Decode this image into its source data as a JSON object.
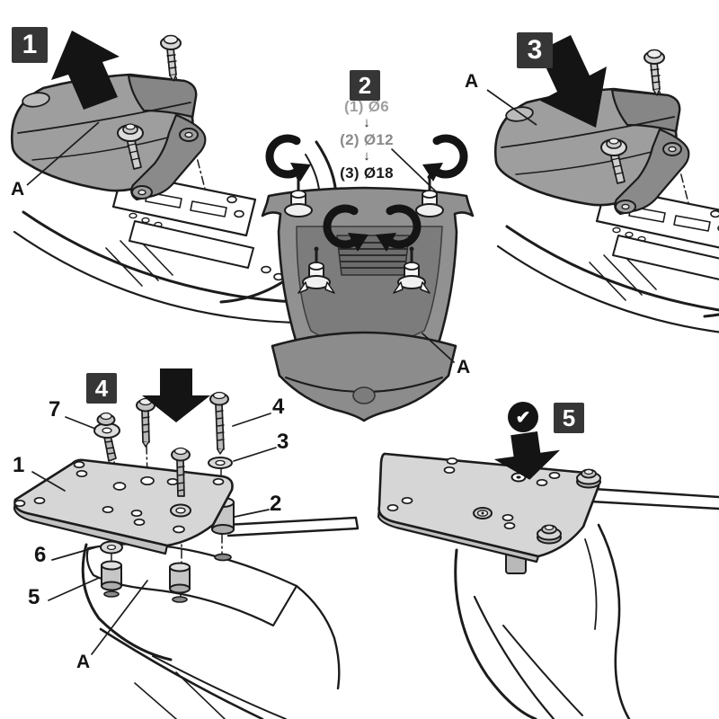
{
  "colors": {
    "ink": "#1c1c1c",
    "badge_bg": "#363636",
    "badge_fg": "#ffffff",
    "cowl_gray": "#9e9e9e",
    "cowl_gray_dark": "#868686",
    "cowl_underside_gray": "#919191",
    "plate_gray": "#d6d6d6",
    "drill_row1_color": "#9f9f9f",
    "drill_row2_color": "#8a8a8a",
    "drill_row3_color": "#1a1a1a"
  },
  "steps": {
    "s1": {
      "number": "1",
      "callout_a": "A"
    },
    "s2": {
      "number": "2",
      "drill_sequence": [
        {
          "seq": "(1)",
          "dia": "Ø6"
        },
        {
          "seq": "(2)",
          "dia": "Ø12"
        },
        {
          "seq": "(3)",
          "dia": "Ø18"
        }
      ],
      "flow_arrow": "↓",
      "callout_a": "A"
    },
    "s3": {
      "number": "3",
      "callout_a": "A"
    },
    "s4": {
      "number": "4",
      "callouts": {
        "plate": "1",
        "spacer_right": "2",
        "flat_washer": "3",
        "long_screw": "4",
        "spacer_left": "5",
        "lower_washer": "6",
        "washer_screw": "7",
        "bodywork": "A"
      }
    },
    "s5": {
      "number": "5",
      "ok_mark": "✔"
    }
  }
}
